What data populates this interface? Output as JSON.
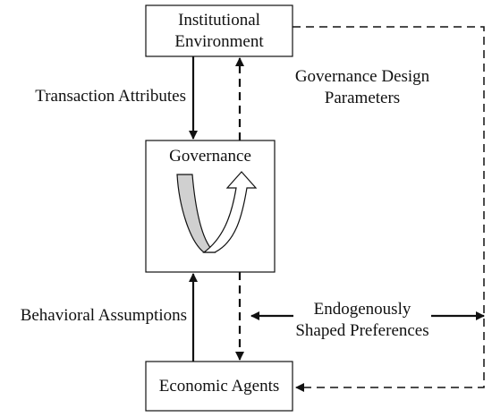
{
  "nodes": {
    "institutional": {
      "line1": "Institutional",
      "line2": "Environment"
    },
    "governance": {
      "title": "Governance"
    },
    "economic": {
      "title": "Economic Agents"
    }
  },
  "edges": {
    "transaction": {
      "label": "Transaction Attributes"
    },
    "design": {
      "line1": "Governance Design",
      "line2": "Parameters"
    },
    "behavioral": {
      "label": "Behavioral Assumptions"
    },
    "endogenous": {
      "line1": "Endogenously",
      "line2": "Shaped Preferences"
    }
  },
  "colors": {
    "line": "#111111",
    "arrow_fill": "#d0d0d0",
    "background": "#ffffff"
  },
  "icons": {
    "center_glyph": "u-turn-arrow-icon"
  }
}
